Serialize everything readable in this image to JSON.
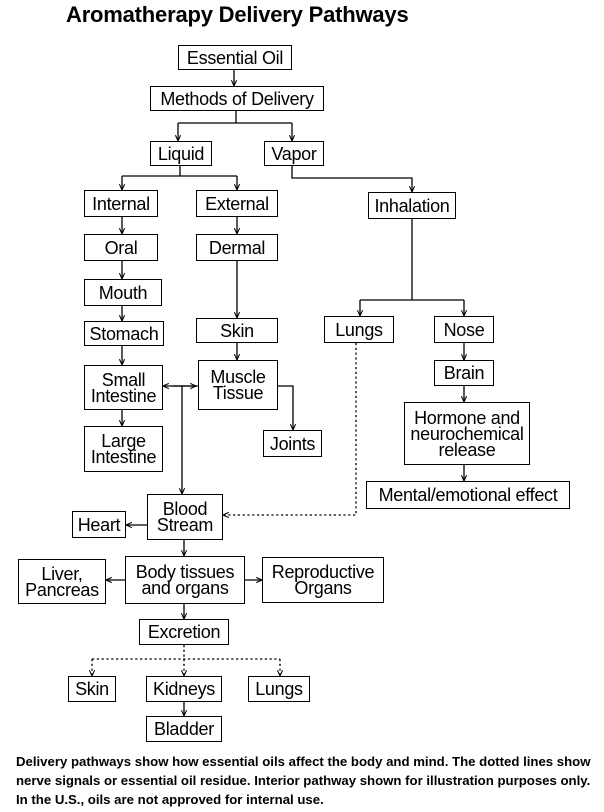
{
  "title": "Aromatherapy Delivery Pathways",
  "nodes": {
    "essential_oil": "Essential Oil",
    "methods": "Methods of Delivery",
    "liquid": "Liquid",
    "vapor": "Vapor",
    "internal": "Internal",
    "external": "External",
    "inhalation": "Inhalation",
    "oral": "Oral",
    "dermal": "Dermal",
    "mouth": "Mouth",
    "stomach": "Stomach",
    "skin_upper": "Skin",
    "lungs_upper": "Lungs",
    "nose": "Nose",
    "small_intestine": "Small\nIntestine",
    "muscle_tissue": "Muscle\nTissue",
    "brain": "Brain",
    "large_intestine": "Large\nIntestine",
    "joints": "Joints",
    "hormone": "Hormone and\nneurochemical\nrelease",
    "mental": "Mental/emotional effect",
    "blood_stream": "Blood\nStream",
    "heart": "Heart",
    "body_tissues": "Body tissues\nand organs",
    "liver": "Liver,\nPancreas",
    "reproductive": "Reproductive\nOrgans",
    "excretion": "Excretion",
    "skin_lower": "Skin",
    "kidneys": "Kidneys",
    "lungs_lower": "Lungs",
    "bladder": "Bladder"
  },
  "caption": "Delivery pathways show how essential oils affect the body and mind. The dotted lines show nerve signals or essential oil residue. Interior pathway shown for illustration purposes only. In the U.S., oils are not approved for internal use.",
  "colors": {
    "line": "#000000",
    "background": "#ffffff"
  }
}
